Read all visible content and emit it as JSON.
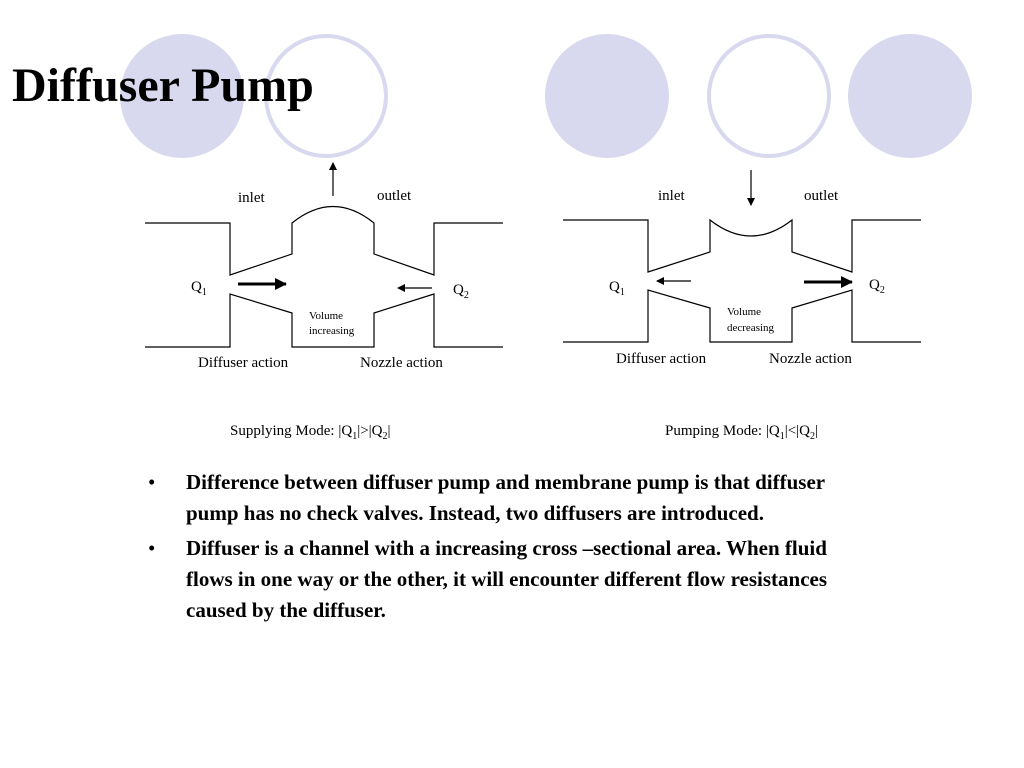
{
  "slide": {
    "title": "Diffuser Pump",
    "theme_colors": {
      "circle_fill": "#d8d8ee",
      "background": "#ffffff",
      "text": "#000000"
    }
  },
  "diagram": {
    "left_panel": {
      "inlet": "inlet",
      "outlet": "outlet",
      "q1": "Q",
      "q1_sub": "1",
      "q2": "Q",
      "q2_sub": "2",
      "volume_line1": "Volume",
      "volume_line2": "increasing",
      "diffuser_action": "Diffuser action",
      "nozzle_action": "Nozzle action",
      "caption_prefix": "Supplying Mode: |Q",
      "caption_sub1": "1",
      "caption_mid": "|>|Q",
      "caption_sub2": "2",
      "caption_end": "|"
    },
    "right_panel": {
      "inlet": "inlet",
      "outlet": "outlet",
      "q1": "Q",
      "q1_sub": "1",
      "q2": "Q",
      "q2_sub": "2",
      "volume_line1": "Volume",
      "volume_line2": "decreasing",
      "diffuser_action": "Diffuser action",
      "nozzle_action": "Nozzle action",
      "caption_prefix": "Pumping Mode: |Q",
      "caption_sub1": "1",
      "caption_mid": "|<|Q",
      "caption_sub2": "2",
      "caption_end": "|"
    }
  },
  "bullets": {
    "marker": "•",
    "items": [
      "Difference between diffuser pump and membrane pump is that diffuser pump has no check valves. Instead, two diffusers are introduced.",
      "Diffuser is a channel with a increasing cross –sectional area. When fluid flows in one way or the other, it will encounter different flow resistances caused by the diffuser."
    ]
  }
}
